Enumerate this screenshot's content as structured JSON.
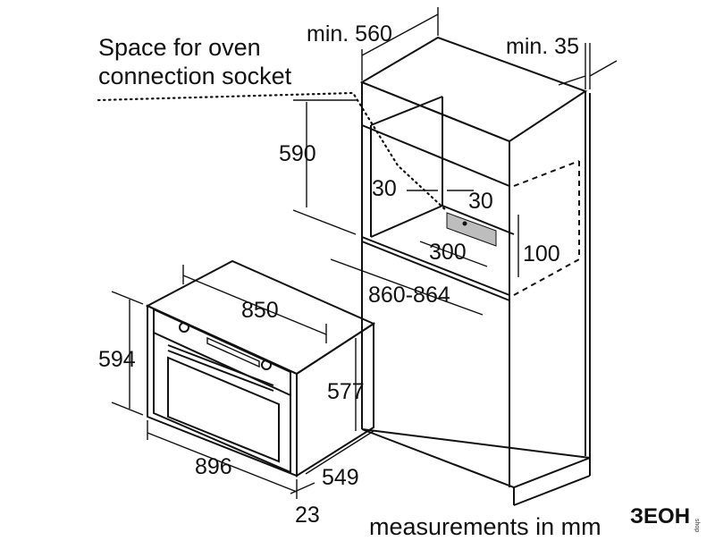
{
  "labels": {
    "socket_line1": "Space for oven",
    "socket_line2": "connection socket",
    "footer": "measurements in mm"
  },
  "dimensions": {
    "cabinet_width": "min. 560",
    "side_clearance": "min. 35",
    "niche_height": "590",
    "socket_offset_left": "30",
    "socket_offset_right": "30",
    "socket_width": "300",
    "socket_height": "100",
    "niche_depth": "860-864",
    "oven_top_width": "850",
    "oven_height": "594",
    "oven_body_height": "577",
    "oven_width": "896",
    "oven_depth": "549",
    "front_panel": "23"
  },
  "brand": {
    "logo": "ЗЕОН",
    "tag": "shop"
  }
}
